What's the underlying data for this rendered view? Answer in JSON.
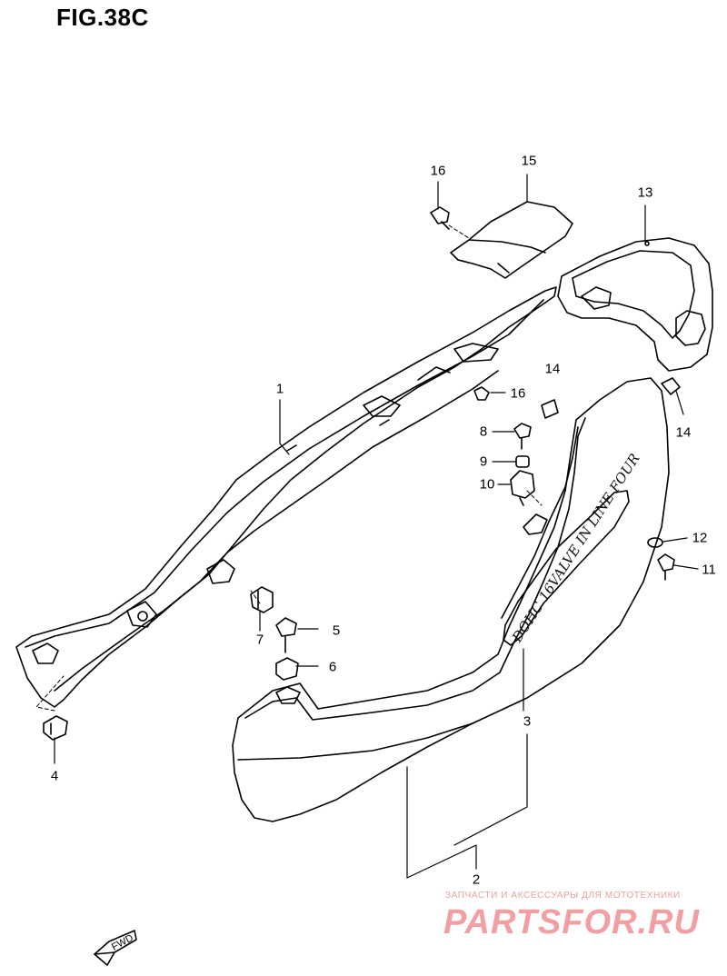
{
  "figure": {
    "title": "FIG.38C"
  },
  "callouts": [
    {
      "id": "1",
      "label": "1"
    },
    {
      "id": "2",
      "label": "2"
    },
    {
      "id": "3",
      "label": "3"
    },
    {
      "id": "4",
      "label": "4"
    },
    {
      "id": "5",
      "label": "5"
    },
    {
      "id": "6",
      "label": "6"
    },
    {
      "id": "7",
      "label": "7"
    },
    {
      "id": "8",
      "label": "8"
    },
    {
      "id": "9",
      "label": "9"
    },
    {
      "id": "10",
      "label": "10"
    },
    {
      "id": "11",
      "label": "11"
    },
    {
      "id": "12",
      "label": "12"
    },
    {
      "id": "13",
      "label": "13"
    },
    {
      "id": "14a",
      "label": "14"
    },
    {
      "id": "14b",
      "label": "14"
    },
    {
      "id": "15",
      "label": "15"
    },
    {
      "id": "16a",
      "label": "16"
    },
    {
      "id": "16b",
      "label": "16"
    }
  ],
  "emblem": {
    "text": "DOHC 16VALVE IN LINE FOUR"
  },
  "direction_marker": {
    "text": "FWD"
  },
  "watermark": {
    "tagline": "ЗАПЧАСТИ И АКСЕССУАРЫ ДЛЯ МОТОТЕХНИКИ",
    "logo": "PARTSFOR.RU",
    "color": "#ef8f93"
  }
}
